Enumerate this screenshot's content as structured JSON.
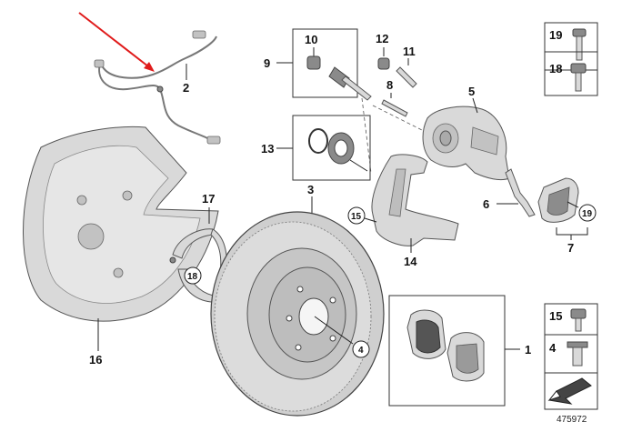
{
  "labels": {
    "p1": "1",
    "p2": "2",
    "p3": "3",
    "p4": "4",
    "p5": "5",
    "p6": "6",
    "p7": "7",
    "p8": "8",
    "p9": "9",
    "p10": "10",
    "p11": "11",
    "p12": "12",
    "p13": "13",
    "p14": "14",
    "p15": "15",
    "p16": "16",
    "p17": "17",
    "p18": "18",
    "p19": "19"
  },
  "callouts": {
    "c15": "15",
    "c18": "18",
    "c19": "19",
    "c4": "4"
  },
  "legend": {
    "row19": "19",
    "row18": "18",
    "row15": "15",
    "row4": "4"
  },
  "reference_number": "475972",
  "colors": {
    "pointer_arrow": "#e01b1b",
    "part_fill": "#d9d9d9",
    "line": "#222222"
  }
}
